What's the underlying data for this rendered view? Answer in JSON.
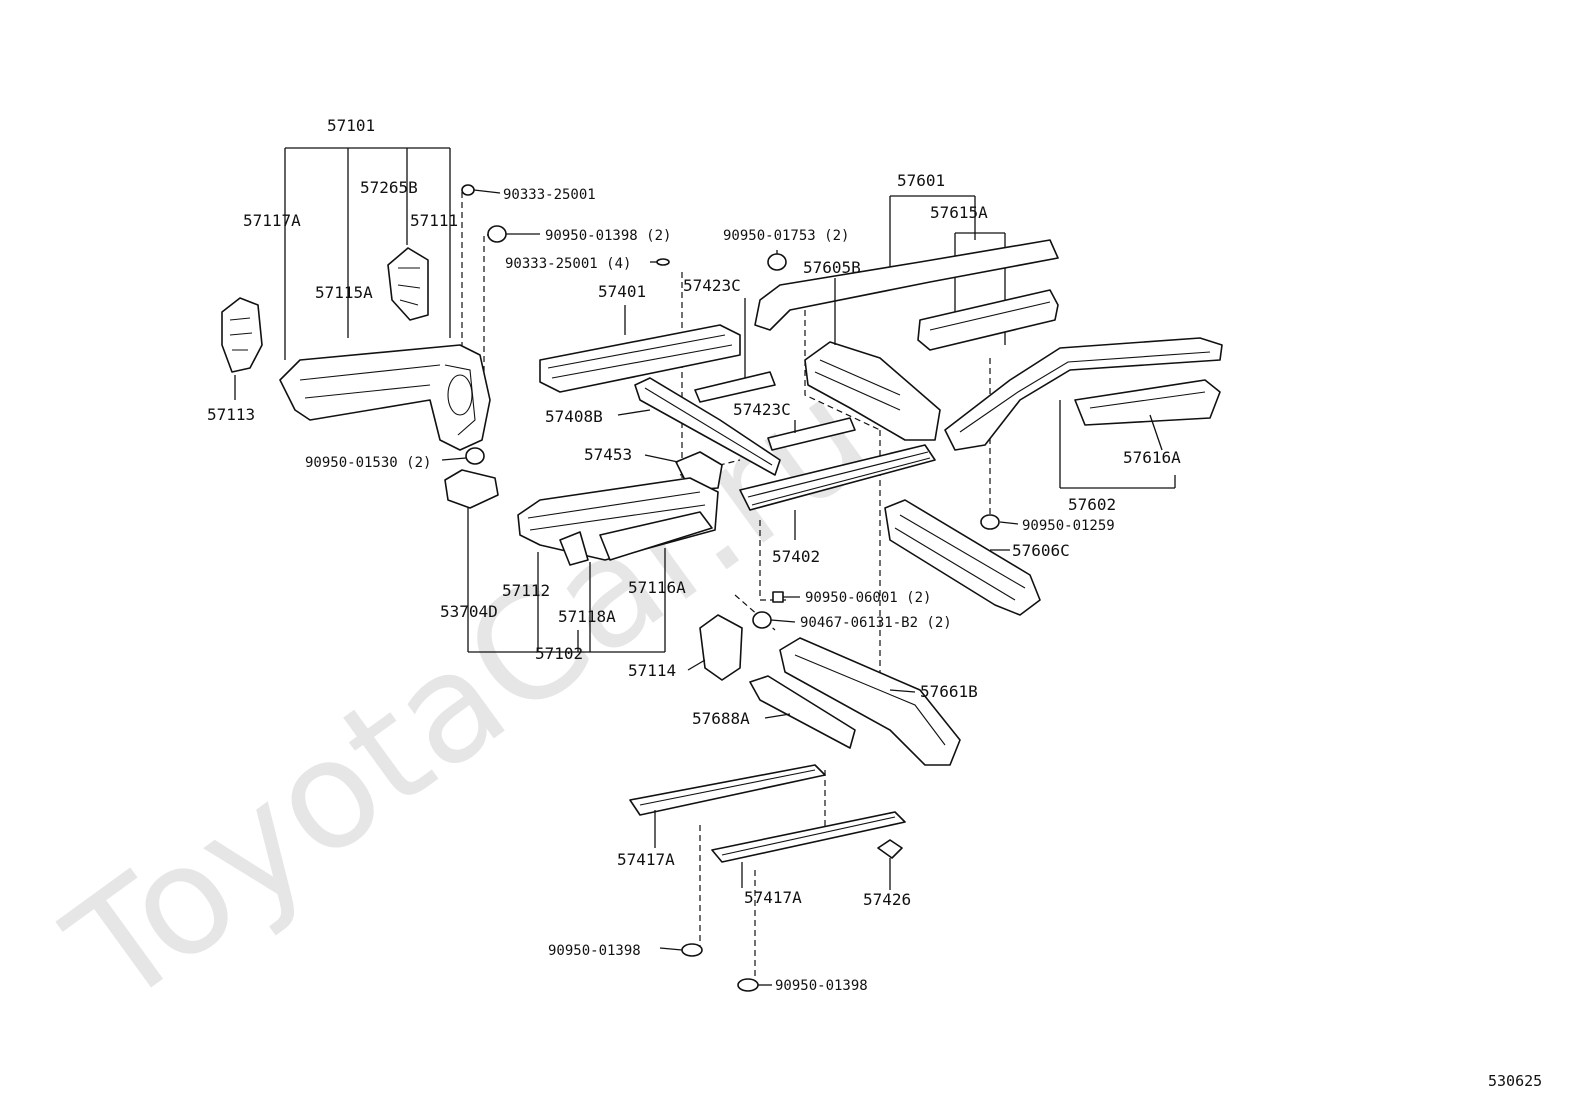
{
  "watermark": "ToyotaCar.ru",
  "diagram_code": "530625",
  "labels": {
    "l57101": "57101",
    "l57265B": "57265B",
    "l57117A": "57117A",
    "l57111": "57111",
    "l57115A": "57115A",
    "l57113": "57113",
    "l90333_25001": "90333-25001",
    "l90950_01398_2": "90950-01398 (2)",
    "l90333_25001_4": "90333-25001 (4)",
    "l57401": "57401",
    "l57423C_a": "57423C",
    "l90950_01753_2": "90950-01753 (2)",
    "l57601": "57601",
    "l57615A": "57615A",
    "l57605B": "57605B",
    "l57408B": "57408B",
    "l57423C_b": "57423C",
    "l57453": "57453",
    "l90950_01530_2": "90950-01530 (2)",
    "l57616A": "57616A",
    "l57602": "57602",
    "l90950_01259": "90950-01259",
    "l57606C": "57606C",
    "l57402": "57402",
    "l57112": "57112",
    "l57116A": "57116A",
    "l90950_06001_2": "90950-06001 (2)",
    "l53704D": "53704D",
    "l57118A": "57118A",
    "l90467_06131_B2_2": "90467-06131-B2 (2)",
    "l57102": "57102",
    "l57114": "57114",
    "l57661B": "57661B",
    "l57688A": "57688A",
    "l57417A_a": "57417A",
    "l57417A_b": "57417A",
    "l57426": "57426",
    "l90950_01398_a": "90950-01398",
    "l90950_01398_b": "90950-01398"
  }
}
